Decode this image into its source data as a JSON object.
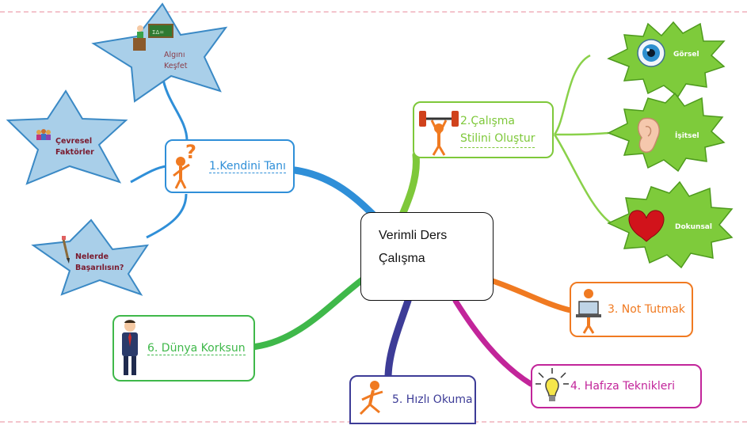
{
  "center_topic": {
    "line1": "Verimli Ders",
    "line2": "Çalışma"
  },
  "branches": {
    "b1": {
      "label": "1.Kendini Tanı",
      "color": "#2f8fd8"
    },
    "b2": {
      "label_line1": "2.Çalışma",
      "label_line2": "Stilini Oluştur",
      "color": "#7ec83a"
    },
    "b3": {
      "label": "3. Not Tutmak",
      "color": "#f07a21"
    },
    "b4": {
      "label": "4. Hafıza Teknikleri",
      "color": "#c2259a"
    },
    "b5": {
      "label": "5. Hızlı Okuma",
      "color": "#3d3c97"
    },
    "b6": {
      "label": "6. Dünya Korksun",
      "color": "#3fb84a"
    }
  },
  "sub_topics_1": {
    "algini": {
      "line1": "Algını",
      "line2": "Keşfet"
    },
    "cevresel": {
      "line1": "Çevresel",
      "line2": "Faktörler"
    },
    "nelerde": {
      "line1": "Nelerde",
      "line2": "Başarılısın?"
    }
  },
  "sub_topics_2": {
    "gorsel": "Görsel",
    "isitsel": "İşitsel",
    "dokunsal": "Dokunsal"
  },
  "colors": {
    "star_fill": "#a9cfe9",
    "star_stroke": "#3a89c5",
    "burst_fill": "#7ecb3b",
    "burst_stroke": "#4e9a1d",
    "sub_text_dark": "#7a1a2e",
    "sub_text_light": "#8a3b47",
    "figure_orange": "#f07a21"
  },
  "icons": [
    "question-figure-icon",
    "weightlifter-icon",
    "laptop-figure-icon",
    "lightbulb-icon",
    "running-figure-icon",
    "businessman-icon",
    "teacher-board-icon",
    "people-group-icon",
    "pencil-icon",
    "eye-icon",
    "ear-icon",
    "heart-icon"
  ]
}
